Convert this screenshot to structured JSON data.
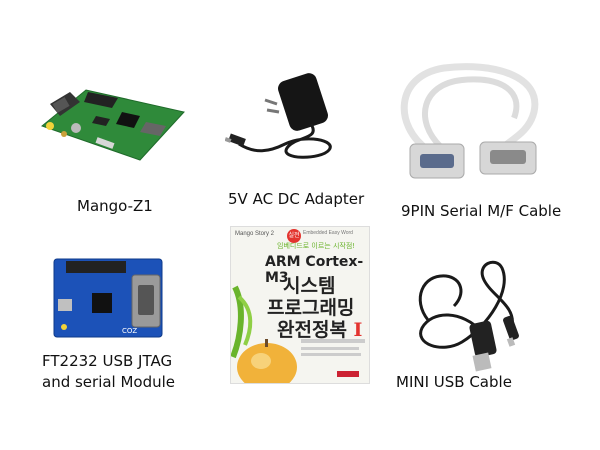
{
  "items": [
    {
      "caption": "Mango-Z1"
    },
    {
      "caption": "5V AC DC Adapter"
    },
    {
      "caption": "9PIN Serial M/F Cable"
    },
    {
      "caption_line1": "FT2232 USB JTAG",
      "caption_line2": "and serial Module"
    },
    {
      "book": {
        "brand": "Mango Story 2",
        "badge": "실전",
        "tagline_small": "Embedded Easy Word",
        "tagline": "임베디드로 이르는 시작점!",
        "title_en": "ARM Cortex-M3",
        "title_kr1": "시스템",
        "title_kr2": "프로그래밍",
        "title_kr3": "완전정복",
        "volume": "I"
      }
    },
    {
      "caption": "MINI USB Cable"
    }
  ],
  "colors": {
    "pcb_green": "#2f8a3a",
    "module_blue": "#1c52b8",
    "book_green": "#6ab42c"
  }
}
